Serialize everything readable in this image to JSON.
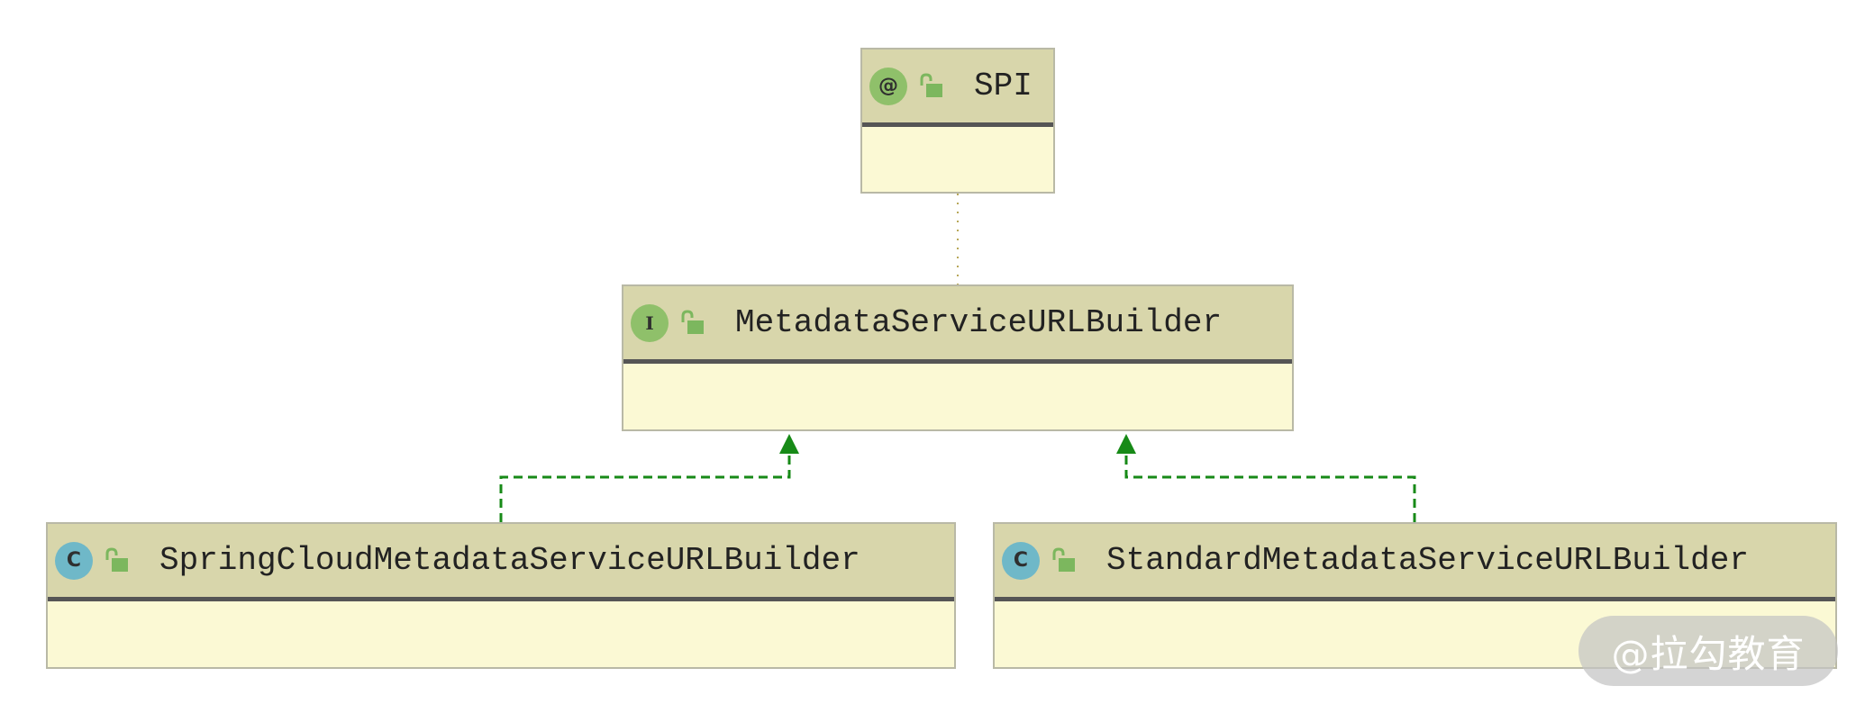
{
  "nodes": {
    "spi": {
      "name": "SPI",
      "badge": "@",
      "badge_color": "#8fc06a",
      "kind": "annotation",
      "visibility_icon": "unlocked-padlock-icon"
    },
    "metadata_builder": {
      "name": "MetadataServiceURLBuilder",
      "badge": "I",
      "badge_color": "#8fc06a",
      "kind": "interface",
      "visibility_icon": "unlocked-padlock-icon"
    },
    "spring_cloud_builder": {
      "name": "SpringCloudMetadataServiceURLBuilder",
      "badge": "C",
      "badge_color": "#6fb8c8",
      "kind": "class",
      "visibility_icon": "unlocked-padlock-icon"
    },
    "standard_builder": {
      "name": "StandardMetadataServiceURLBuilder",
      "badge": "C",
      "badge_color": "#6fb8c8",
      "kind": "class",
      "visibility_icon": "unlocked-padlock-icon"
    }
  },
  "edges": [
    {
      "from": "spi",
      "to": "metadata_builder",
      "style": "dotted",
      "color": "#b8a85a"
    },
    {
      "from": "spring_cloud_builder",
      "to": "metadata_builder",
      "style": "dashed-arrow",
      "color": "#178a17"
    },
    {
      "from": "standard_builder",
      "to": "metadata_builder",
      "style": "dashed-arrow",
      "color": "#178a17"
    }
  ],
  "watermark": {
    "text": "@拉勾教育"
  },
  "colors": {
    "header": "#d8d6ab",
    "body": "#fbf9d4",
    "divider": "#555555",
    "border": "#b9b9a6",
    "relation_green": "#178a17",
    "annotation_link": "#b8a85a"
  }
}
